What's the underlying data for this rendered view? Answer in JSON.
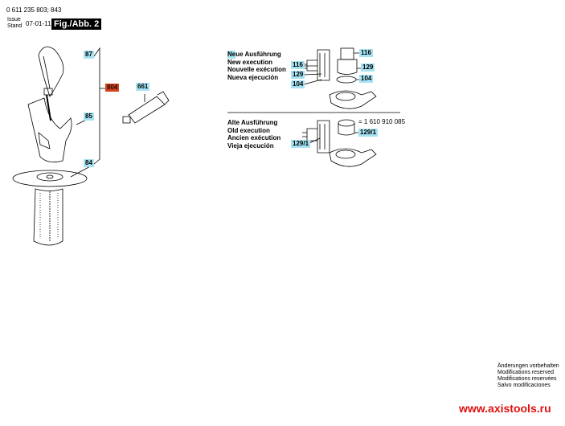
{
  "header": {
    "part_numbers": "0 611 235 803; 843",
    "issue_label": "Issue",
    "stand_label": "Stand",
    "date": "07-01-11",
    "figure": "Fig./Abb. 2"
  },
  "callouts": {
    "p87": "87",
    "p804": "804",
    "p661": "661",
    "p85": "85",
    "p84": "84"
  },
  "new_execution": {
    "lines": [
      "Neue Ausführung",
      "New execution",
      "Nouvelle exécution",
      "Nueva ejecución"
    ],
    "left": [
      "116",
      "129",
      "104"
    ],
    "right": [
      "116",
      "129",
      "104"
    ]
  },
  "old_execution": {
    "lines": [
      "Alte Ausführung",
      "Old execution",
      "Ancien exécution",
      "Vieja ejecución"
    ],
    "part_number": "= 1 610 910 085",
    "right": "129/1",
    "left": "129/1"
  },
  "footer": {
    "notes": [
      "Änderungen vorbehalten",
      "Modifications reserved",
      "Modifications reservées",
      "Salvo modificaciones"
    ],
    "url": "www.axistools.ru"
  },
  "colors": {
    "highlight": "#a6e3f2",
    "accent": "#d8401c",
    "url": "#e01010"
  }
}
